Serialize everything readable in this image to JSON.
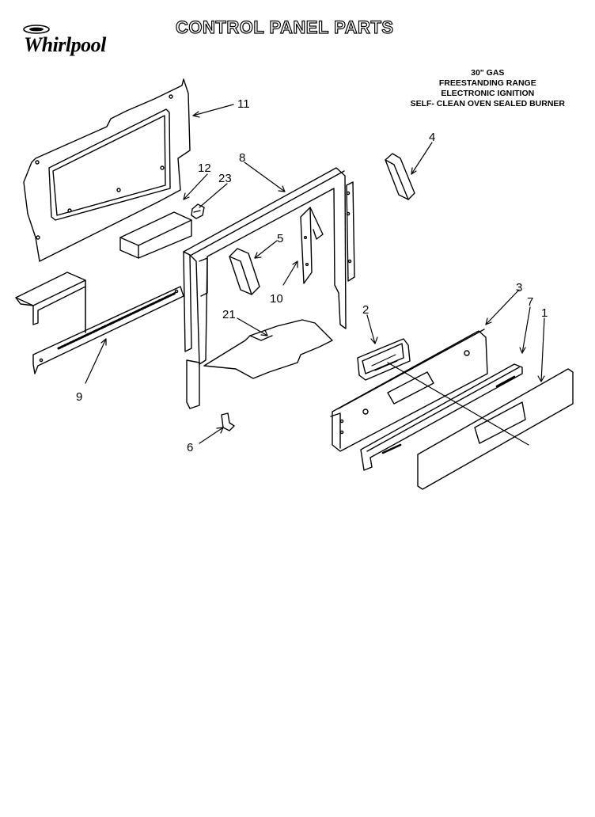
{
  "header": {
    "brand": "Whirlpool",
    "title": "CONTROL PANEL PARTS"
  },
  "model_info": {
    "lines": [
      "30\" GAS",
      "FREESTANDING RANGE",
      "ELECTRONIC IGNITION",
      "SELF- CLEAN OVEN SEALED BURNER"
    ]
  },
  "callouts": {
    "p11": "11",
    "p12": "12",
    "p23": "23",
    "p8": "8",
    "p4": "4",
    "p5": "5",
    "p10": "10",
    "p21": "21",
    "p9": "9",
    "p2": "2",
    "p3": "3",
    "p7": "7",
    "p1": "1",
    "p6": "6"
  }
}
